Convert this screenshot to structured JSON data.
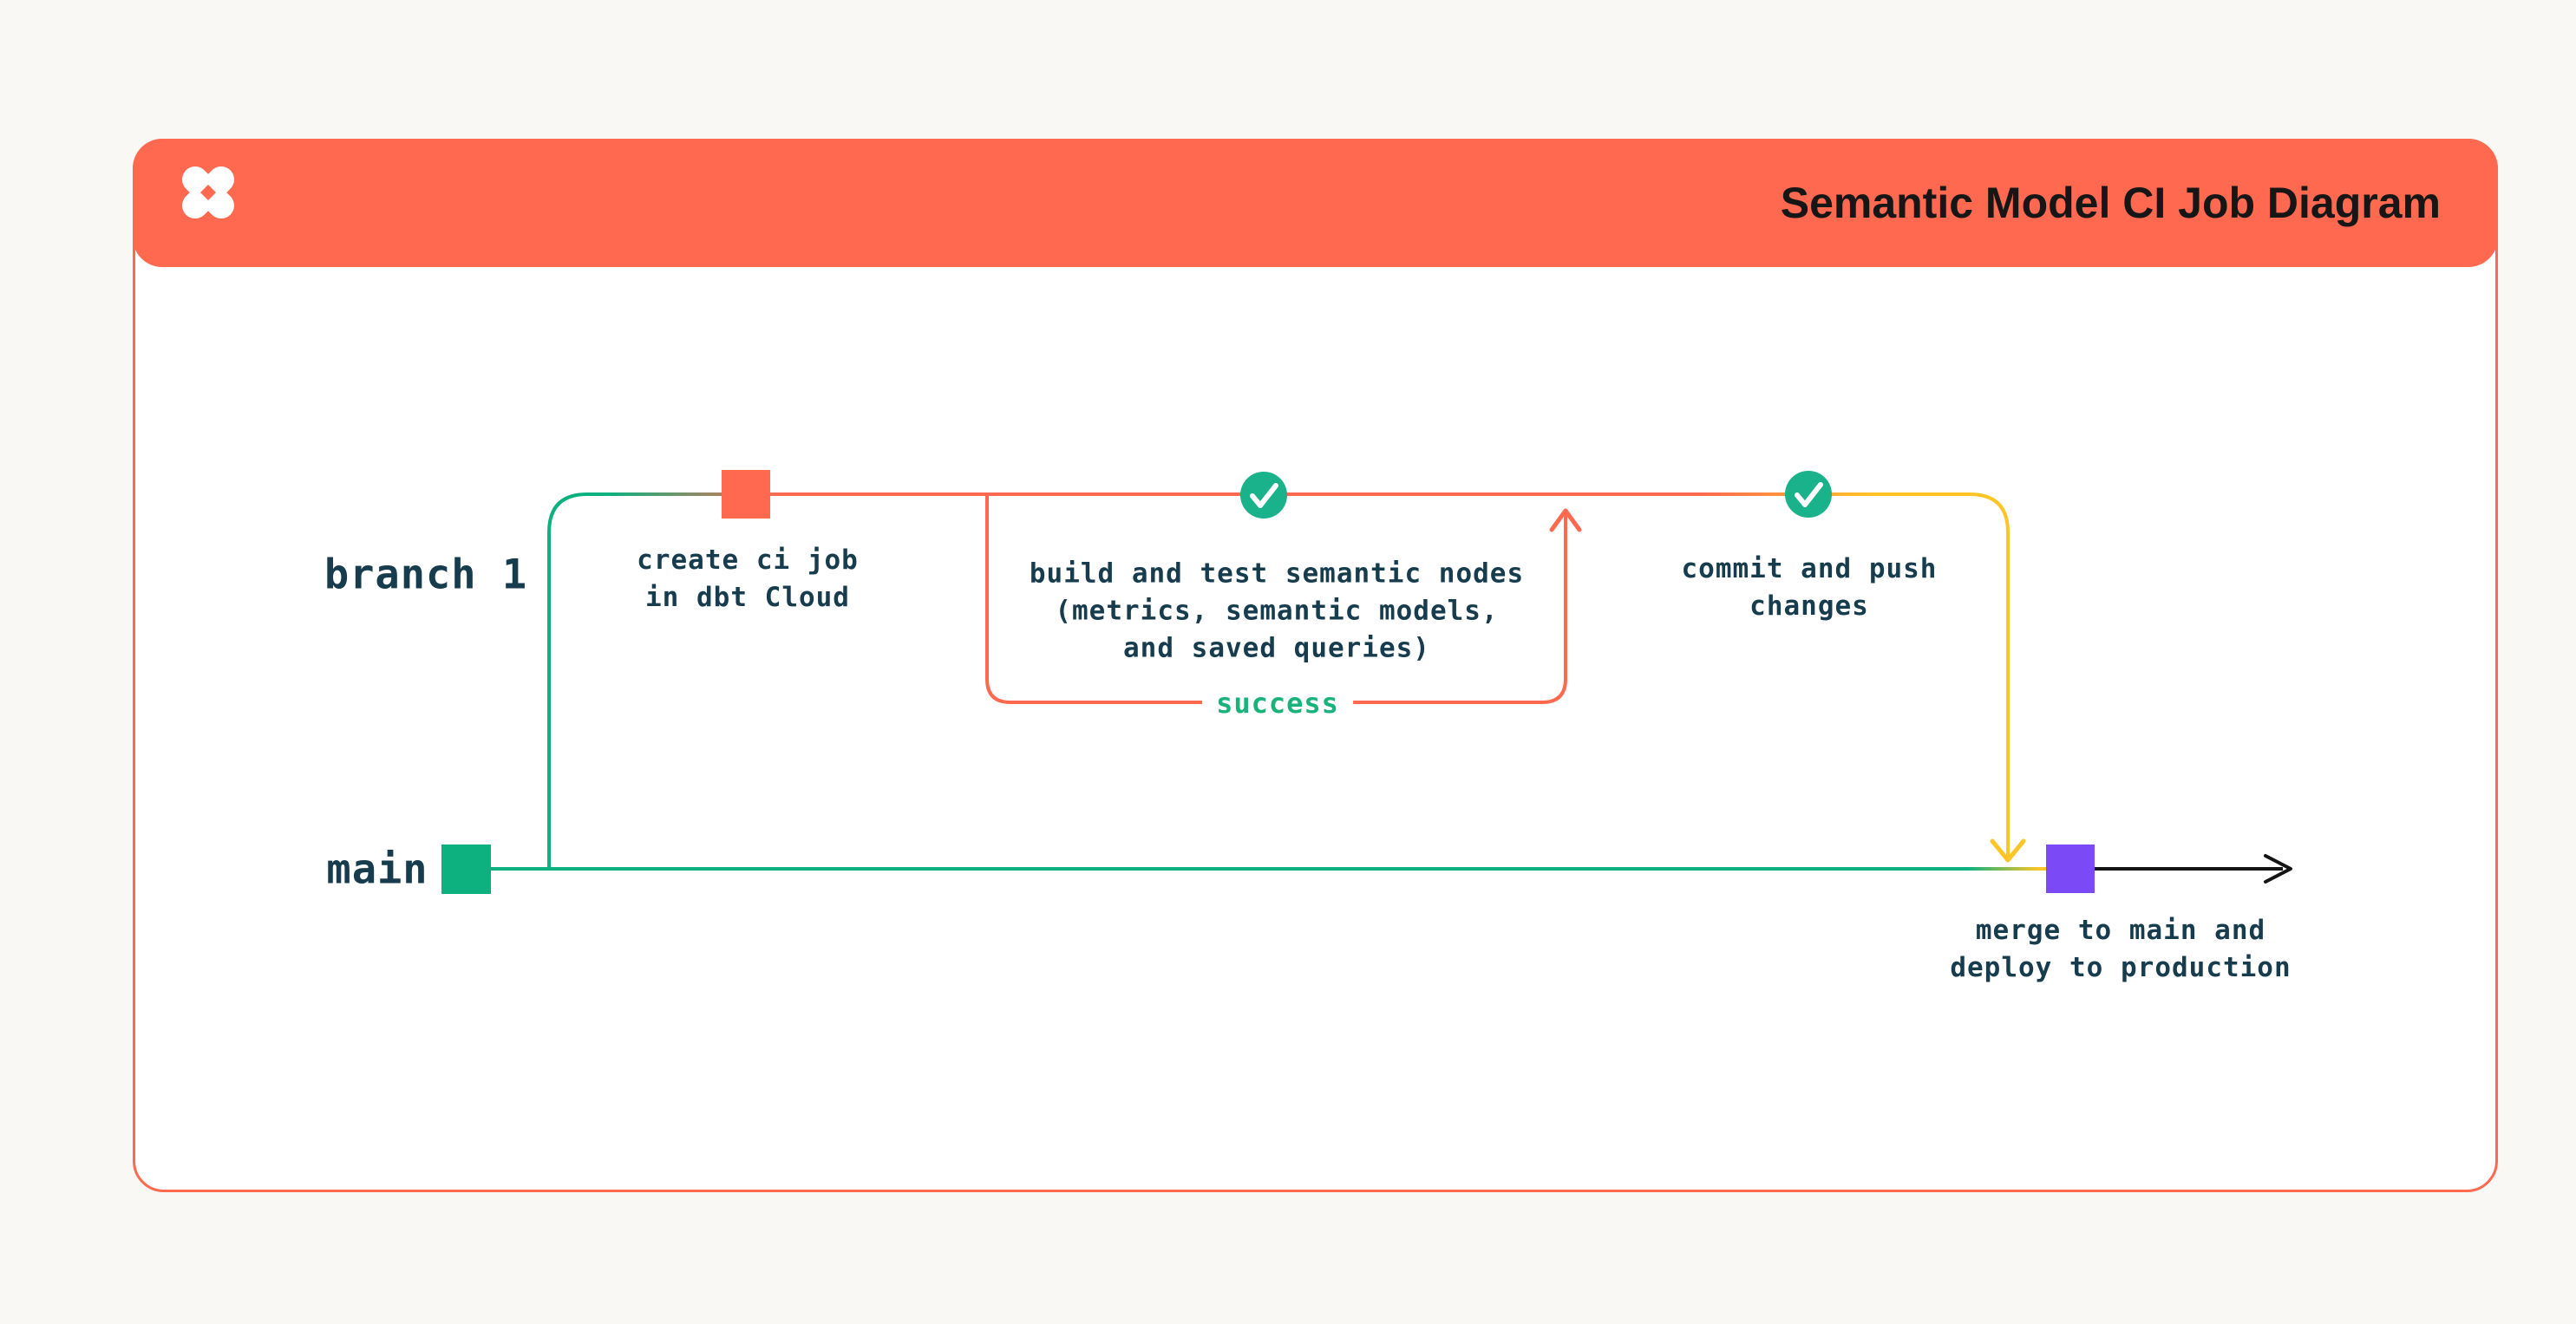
{
  "header": {
    "title": "Semantic Model CI Job Diagram",
    "background_color": "#FF6950",
    "logo": "dbt-logo"
  },
  "diagram": {
    "branch_label": "branch 1",
    "main_label": "main",
    "nodes": [
      {
        "id": "create-ci-job",
        "label": "create ci job\nin dbt Cloud",
        "marker": "orange-square-commit",
        "marker_color": "#FF6950"
      },
      {
        "id": "build-and-test",
        "label": "build and test semantic nodes\n(metrics, semantic models,\nand saved queries)",
        "marker": "check-circle",
        "marker_color": "#19B28A"
      },
      {
        "id": "commit-and-push",
        "label": "commit and push\nchanges",
        "marker": "check-circle",
        "marker_color": "#19B28A"
      },
      {
        "id": "merge-deploy",
        "label": "merge to main and\ndeploy to production",
        "marker": "purple-square-commit",
        "marker_color": "#7C49F7"
      }
    ],
    "loop_label": "success",
    "colors": {
      "branch_green": "#0CB17F",
      "ci_orange": "#FF6950",
      "merge_yellow": "#FFC526",
      "deploy_purple": "#7C49F7",
      "text_dark": "#173C4D",
      "success_green": "#1AB27B",
      "arrow_black": "#141414"
    }
  }
}
